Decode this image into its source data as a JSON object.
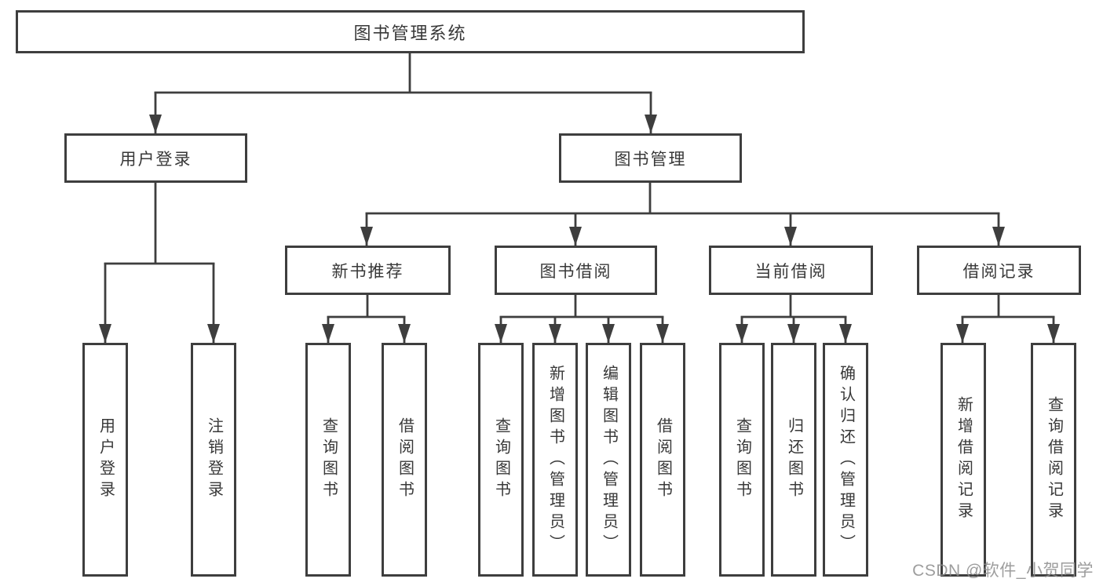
{
  "root": {
    "label": "图书管理系统"
  },
  "level1": {
    "user_login": {
      "label": "用户登录"
    },
    "book_mgmt": {
      "label": "图书管理"
    }
  },
  "level2": {
    "new_books": {
      "label": "新书推荐"
    },
    "borrow": {
      "label": "图书借阅"
    },
    "current": {
      "label": "当前借阅"
    },
    "records": {
      "label": "借阅记录"
    }
  },
  "leaves": {
    "user_login": {
      "label": "用户登录"
    },
    "logout": {
      "label": "注销登录"
    },
    "nb_query": {
      "label": "查询图书"
    },
    "nb_borrow": {
      "label": "借阅图书"
    },
    "bb_query": {
      "label": "查询图书"
    },
    "bb_add": {
      "label": "新增图书（管理员）"
    },
    "bb_edit": {
      "label": "编辑图书（管理员）"
    },
    "bb_borrow": {
      "label": "借阅图书"
    },
    "cb_query": {
      "label": "查询图书"
    },
    "cb_return": {
      "label": "归还图书"
    },
    "cb_confirm": {
      "label": "确认归还（管理员）"
    },
    "rec_add": {
      "label": "新增借阅记录"
    },
    "rec_query": {
      "label": "查询借阅记录"
    }
  },
  "watermark": {
    "text": "CSDN @软件_小贺同学"
  },
  "colors": {
    "line": "#3e3e3e",
    "text": "#383838",
    "background": "#ffffff",
    "watermark": "#8c8c8c"
  }
}
